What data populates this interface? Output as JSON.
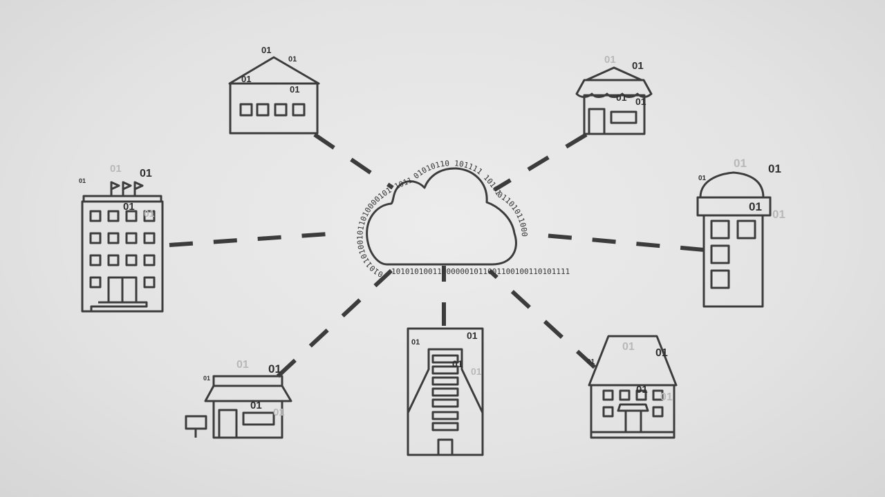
{
  "binary_token": "01",
  "cloud_ring": {
    "top_arc": "0101101001011010000101 1011 01010110 101111 1010101101011000",
    "bottom": "101010100110000001011001100100110101111"
  },
  "colors": {
    "stroke": "#3c3c3c",
    "bit_dark": "#2f2f2f",
    "bit_light": "#b8b8b8",
    "background": "#e6e6e6"
  }
}
